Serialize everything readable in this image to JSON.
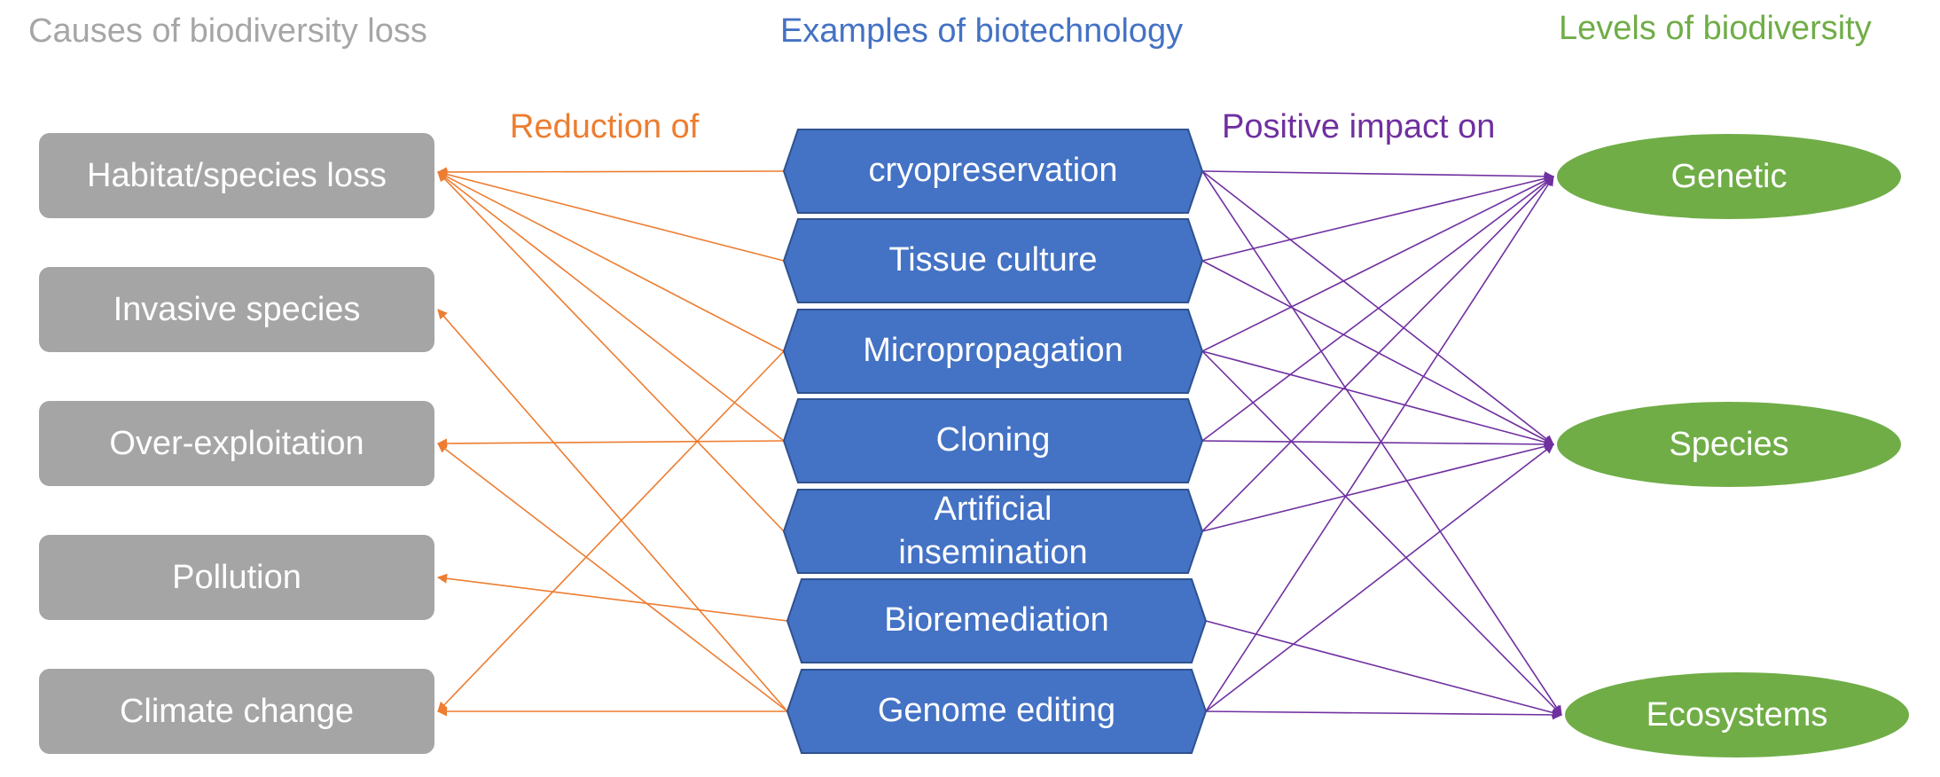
{
  "headings": {
    "causes": "Causes of biodiversity loss",
    "biotech": "Examples of biotechnology",
    "levels": "Levels of biodiversity"
  },
  "edge_labels": {
    "reduction": "Reduction of",
    "positive": "Positive impact on"
  },
  "causes": [
    "Habitat/species loss",
    "Invasive species",
    "Over-exploitation",
    "Pollution",
    "Climate change"
  ],
  "biotech": [
    "cryopreservation",
    "Tissue culture",
    "Micropropagation",
    "Cloning",
    "Artificial insemination",
    "Bioremediation",
    "Genome editing"
  ],
  "levels": [
    "Genetic",
    "Species",
    "Ecosystems"
  ],
  "reduction_links": [
    {
      "from": "cryopreservation",
      "to": "Habitat/species loss"
    },
    {
      "from": "Tissue culture",
      "to": "Habitat/species loss"
    },
    {
      "from": "Micropropagation",
      "to": "Habitat/species loss"
    },
    {
      "from": "Micropropagation",
      "to": "Climate change"
    },
    {
      "from": "Cloning",
      "to": "Habitat/species loss"
    },
    {
      "from": "Cloning",
      "to": "Over-exploitation"
    },
    {
      "from": "Artificial insemination",
      "to": "Habitat/species loss"
    },
    {
      "from": "Bioremediation",
      "to": "Pollution"
    },
    {
      "from": "Genome editing",
      "to": "Invasive species"
    },
    {
      "from": "Genome editing",
      "to": "Over-exploitation"
    },
    {
      "from": "Genome editing",
      "to": "Climate change"
    }
  ],
  "impact_links": [
    {
      "from": "cryopreservation",
      "to": "Genetic"
    },
    {
      "from": "cryopreservation",
      "to": "Species"
    },
    {
      "from": "cryopreservation",
      "to": "Ecosystems"
    },
    {
      "from": "Tissue culture",
      "to": "Genetic"
    },
    {
      "from": "Tissue culture",
      "to": "Species"
    },
    {
      "from": "Micropropagation",
      "to": "Genetic"
    },
    {
      "from": "Micropropagation",
      "to": "Species"
    },
    {
      "from": "Micropropagation",
      "to": "Ecosystems"
    },
    {
      "from": "Cloning",
      "to": "Genetic"
    },
    {
      "from": "Cloning",
      "to": "Species"
    },
    {
      "from": "Artificial insemination",
      "to": "Genetic"
    },
    {
      "from": "Artificial insemination",
      "to": "Species"
    },
    {
      "from": "Bioremediation",
      "to": "Ecosystems"
    },
    {
      "from": "Genome editing",
      "to": "Genetic"
    },
    {
      "from": "Genome editing",
      "to": "Species"
    },
    {
      "from": "Genome editing",
      "to": "Ecosystems"
    }
  ],
  "colors": {
    "causes_heading": "#a6a6a6",
    "biotech_heading": "#4472c4",
    "levels_heading": "#70ad47",
    "cause_box": "#a5a5a5",
    "hexagon": "#4472c4",
    "ellipse": "#70ad47",
    "reduction_line": "#ed7d31",
    "impact_line": "#7030a0"
  }
}
